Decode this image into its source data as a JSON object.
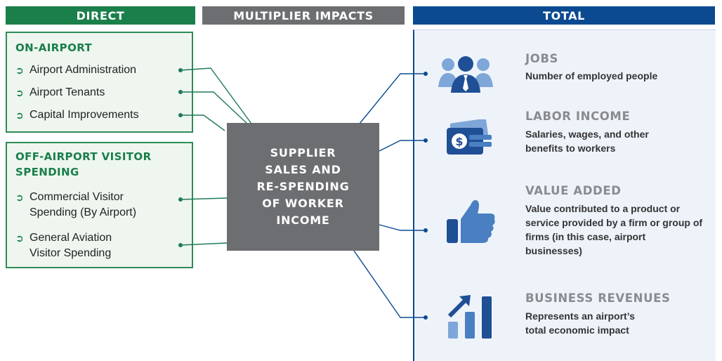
{
  "headers": {
    "direct": "DIRECT",
    "multiplier": "MULTIPLIER IMPACTS",
    "total": "TOTAL"
  },
  "on_airport": {
    "title": "ON-AIRPORT",
    "items": [
      "Airport Administration",
      "Airport Tenants",
      "Capital Improvements"
    ]
  },
  "off_airport": {
    "title": "OFF-AIRPORT VISITOR SPENDING",
    "items": [
      "Commercial Visitor Spending (By Airport)",
      "General Aviation Visitor Spending"
    ]
  },
  "center": {
    "text": "SUPPLIER\nSALES AND\nRE-SPENDING\nOF WORKER\nINCOME"
  },
  "outcomes": [
    {
      "title": "JOBS",
      "description": "Number of employed people",
      "icon": "people-icon"
    },
    {
      "title": "LABOR INCOME",
      "description": "Salaries, wages, and other benefits to workers",
      "icon": "money-icon"
    },
    {
      "title": "VALUE ADDED",
      "description": "Value contributed to a product or service provided by a firm or group of firms (in this case, airport businesses)",
      "icon": "thumbs-up-icon"
    },
    {
      "title": "BUSINESS REVENUES",
      "description": "Represents an airport’s total economic impact",
      "icon": "growth-chart-icon"
    }
  ],
  "colors": {
    "green": "#1a7f4b",
    "gray": "#6d6e71",
    "blue": "#0b4a91",
    "icon_blue": "#4a7fc1"
  }
}
